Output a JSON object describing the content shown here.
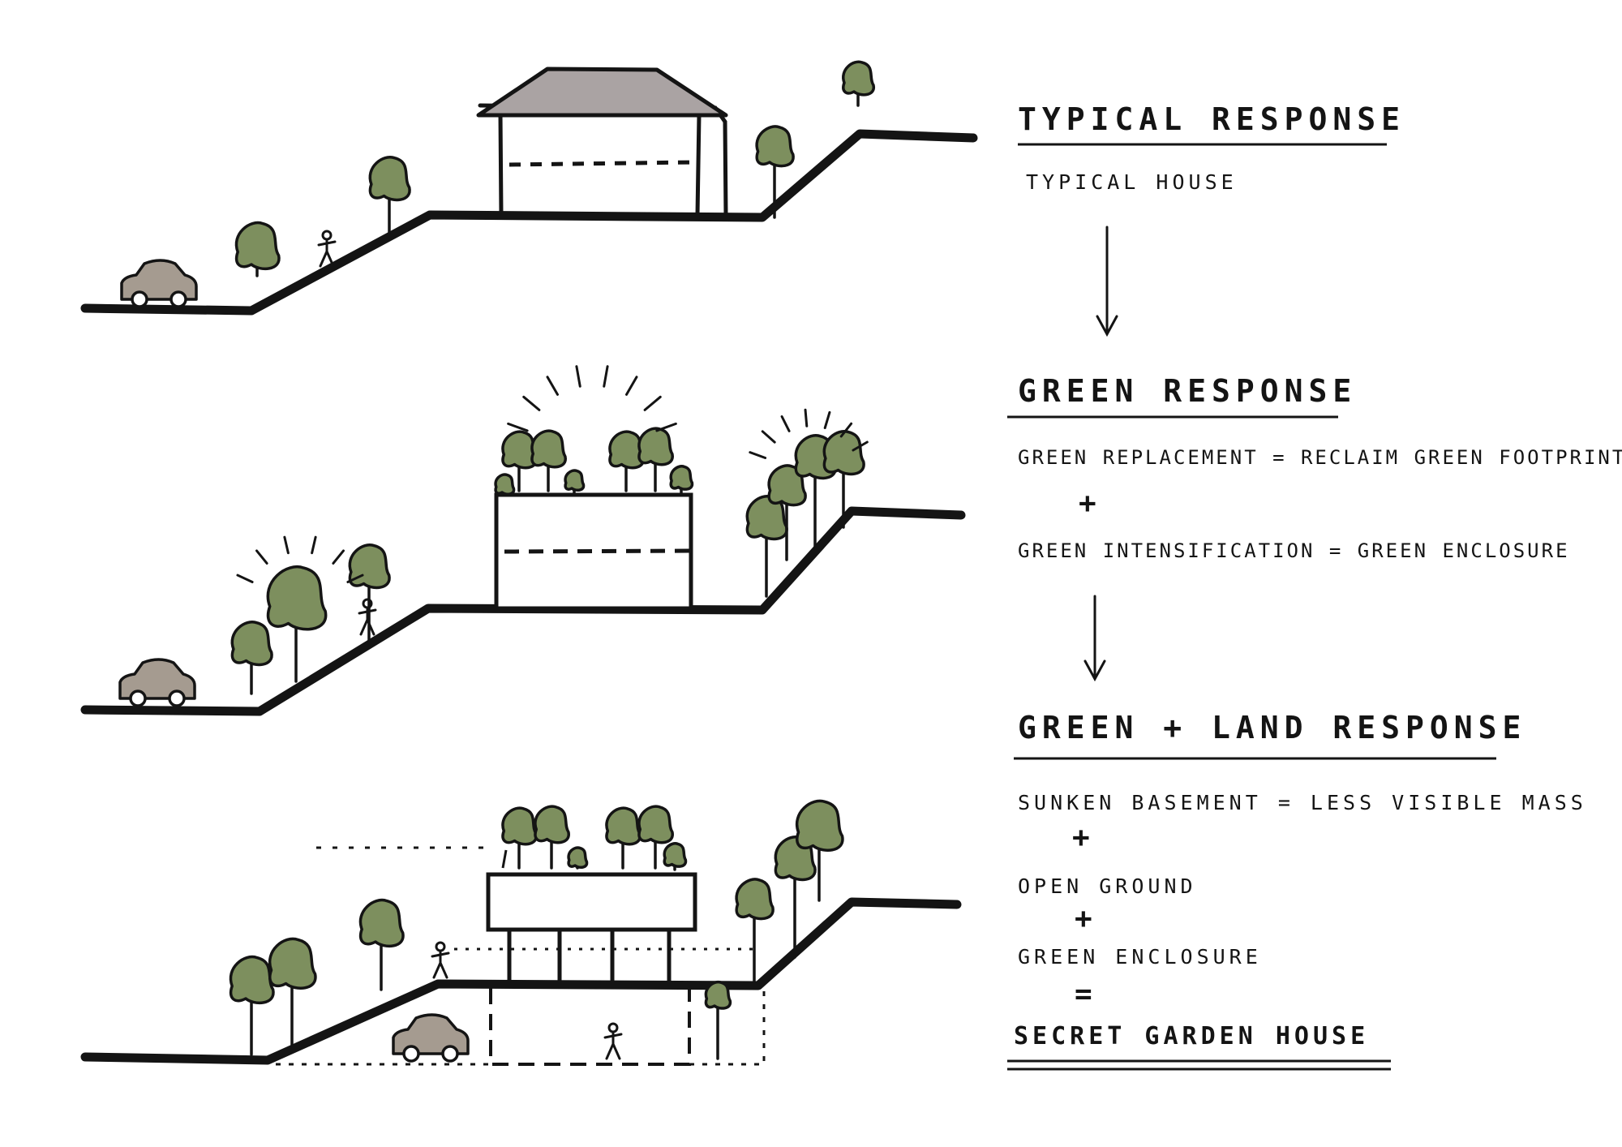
{
  "sections": [
    {
      "heading": "Typical response",
      "lines": [
        "Typical house"
      ]
    },
    {
      "heading": "Green response",
      "lines": [
        "Green replacement = reclaim green footprint",
        "+",
        "Green intensification = green enclosure"
      ]
    },
    {
      "heading": "Green + land response",
      "lines": [
        "Sunken basement = less visible mass",
        "+",
        "Open ground",
        "+",
        "Green enclosure",
        "=",
        "Secret garden house"
      ]
    }
  ],
  "colors": {
    "ink": "#141414",
    "foliage": "#7d8f5e",
    "roof": "#aaa3a3",
    "car": "#a59b90"
  }
}
